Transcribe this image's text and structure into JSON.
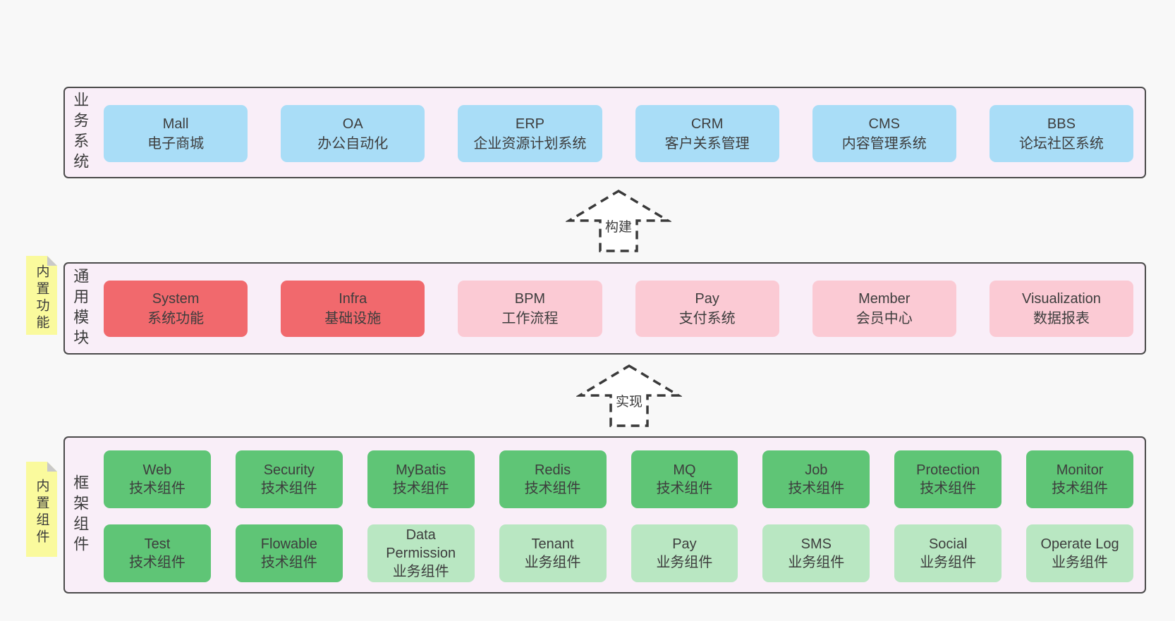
{
  "colors": {
    "blue": "#a9ddf7",
    "red": "#f1696d",
    "pink": "#fbcad4",
    "green": "#5fc576",
    "green-light": "#b9e7c2",
    "panel-bg": "#f9eef8",
    "sticky-yellow": "#fafa9d",
    "fold-gray": "#c9c9c9",
    "border": "#4a4a4a",
    "text": "#3b3b3b",
    "page-bg": "#f8f8f8"
  },
  "arrows": {
    "build": {
      "label": "构建"
    },
    "implement": {
      "label": "实现"
    }
  },
  "sections": {
    "business": {
      "label": "业务系统",
      "boxes": [
        {
          "name": "Mall",
          "desc": "电子商城",
          "type": "blue"
        },
        {
          "name": "OA",
          "desc": "办公自动化",
          "type": "blue"
        },
        {
          "name": "ERP",
          "desc": "企业资源计划系统",
          "type": "blue"
        },
        {
          "name": "CRM",
          "desc": "客户关系管理",
          "type": "blue"
        },
        {
          "name": "CMS",
          "desc": "内容管理系统",
          "type": "blue"
        },
        {
          "name": "BBS",
          "desc": "论坛社区系统",
          "type": "blue"
        }
      ]
    },
    "common": {
      "label": "通用模块",
      "sticky": "内置功能",
      "boxes": [
        {
          "name": "System",
          "desc": "系统功能",
          "type": "red"
        },
        {
          "name": "Infra",
          "desc": "基础设施",
          "type": "red"
        },
        {
          "name": "BPM",
          "desc": "工作流程",
          "type": "pink"
        },
        {
          "name": "Pay",
          "desc": "支付系统",
          "type": "pink"
        },
        {
          "name": "Member",
          "desc": "会员中心",
          "type": "pink"
        },
        {
          "name": "Visualization",
          "desc": "数据报表",
          "type": "pink"
        }
      ]
    },
    "framework": {
      "label": "框架组件",
      "sticky": "内置组件",
      "rows": [
        [
          {
            "name": "Web",
            "desc": "技术组件",
            "type": "green"
          },
          {
            "name": "Security",
            "desc": "技术组件",
            "type": "green"
          },
          {
            "name": "MyBatis",
            "desc": "技术组件",
            "type": "green"
          },
          {
            "name": "Redis",
            "desc": "技术组件",
            "type": "green"
          },
          {
            "name": "MQ",
            "desc": "技术组件",
            "type": "green"
          },
          {
            "name": "Job",
            "desc": "技术组件",
            "type": "green"
          },
          {
            "name": "Protection",
            "desc": "技术组件",
            "type": "green"
          },
          {
            "name": "Monitor",
            "desc": "技术组件",
            "type": "green"
          }
        ],
        [
          {
            "name": "Test",
            "desc": "技术组件",
            "type": "green"
          },
          {
            "name": "Flowable",
            "desc": "技术组件",
            "type": "green"
          },
          {
            "name": "Data Permission",
            "desc": "业务组件",
            "type": "green-light"
          },
          {
            "name": "Tenant",
            "desc": "业务组件",
            "type": "green-light"
          },
          {
            "name": "Pay",
            "desc": "业务组件",
            "type": "green-light"
          },
          {
            "name": "SMS",
            "desc": "业务组件",
            "type": "green-light"
          },
          {
            "name": "Social",
            "desc": "业务组件",
            "type": "green-light"
          },
          {
            "name": "Operate Log",
            "desc": "业务组件",
            "type": "green-light"
          }
        ]
      ]
    }
  }
}
